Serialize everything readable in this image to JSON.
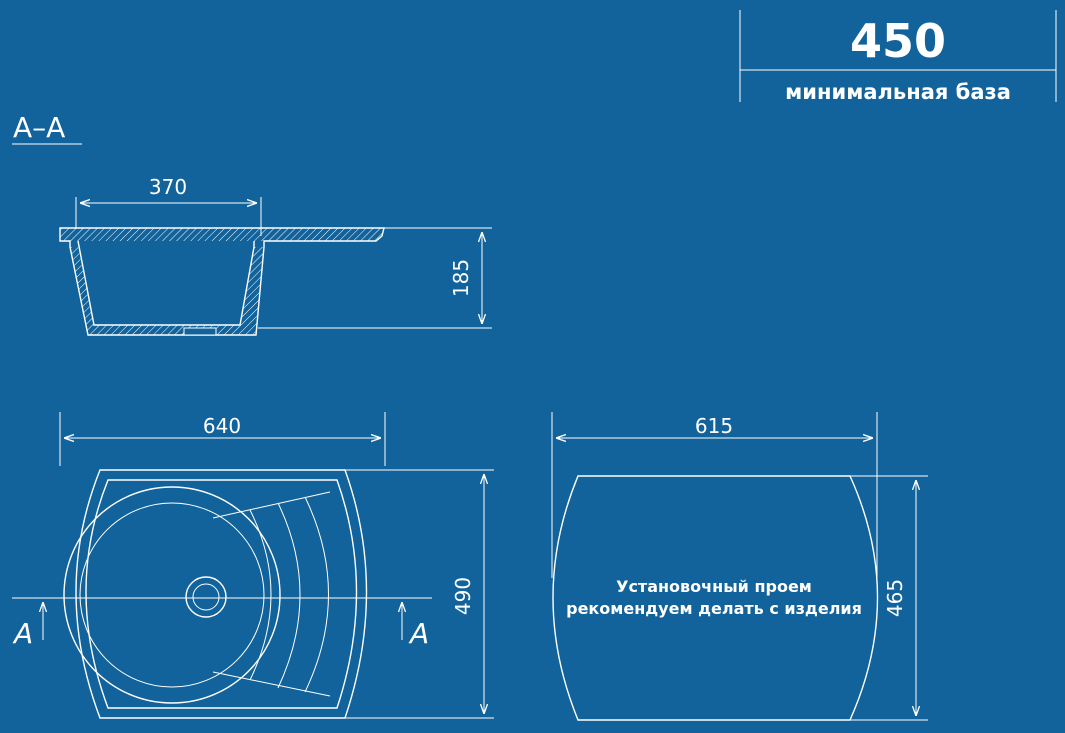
{
  "colors": {
    "background": "#12639b",
    "line": "#ffffff"
  },
  "base": {
    "value": "450",
    "label": "минимальная база"
  },
  "section": {
    "label": "A–A",
    "width": "370",
    "depth": "185"
  },
  "top_view": {
    "width": "640",
    "height": "490",
    "cut_mark": "A"
  },
  "cutout": {
    "width": "615",
    "height": "465",
    "note_line1": "Установочный проем",
    "note_line2": "рекомендуем делать с изделия"
  }
}
